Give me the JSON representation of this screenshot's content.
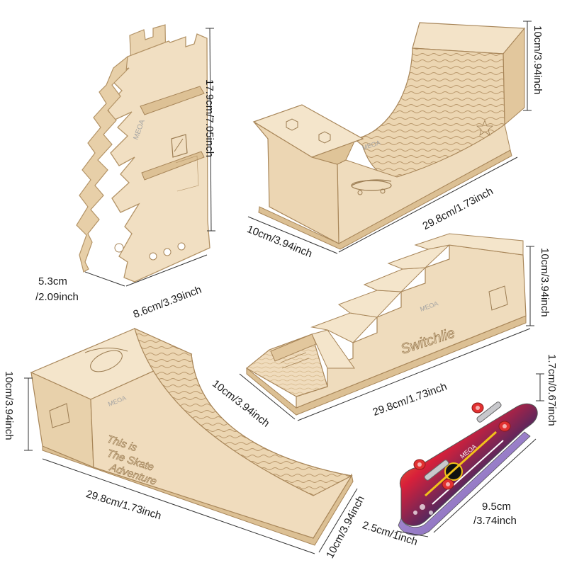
{
  "colors": {
    "wood_light": "#f1dfc2",
    "wood_mid": "#e6cfaa",
    "wood_dark": "#c9ab80",
    "wood_line": "#a88659",
    "dimension_line": "#333333",
    "board_red": "#d8203a",
    "board_purple": "#8a6fc0",
    "board_yellow": "#f2c21a",
    "wheel_red": "#e23131",
    "truck_silver": "#c8c8cc"
  },
  "brand_watermark": "MEOA",
  "stand": {
    "height_label": "17.9cm/7.05inch",
    "depth_label": "8.6cm/3.39inch",
    "width_label_line1": "5.3cm",
    "width_label_line2": "/2.09inch"
  },
  "halfpipe": {
    "height_label": "10cm/3.94inch",
    "length_label": "29.8cm/1.73inch",
    "width_label": "10cm/3.94inch"
  },
  "stairs": {
    "height_label": "10cm/3.94inch",
    "length_label": "29.8cm/1.73inch",
    "width_label": "10cm/3.94inch",
    "engraving": "Switchlie"
  },
  "ramp": {
    "height_label": "10cm/3.94inch",
    "length_label": "29.8cm/1.73inch",
    "width_label": "10cm/3.94inch",
    "engraving_line1": "This is",
    "engraving_line2": "The Skate",
    "engraving_line3": "Adventure"
  },
  "fingerboard": {
    "height_label": "1.7cm/0.67inch",
    "length_label_line1": "9.5cm",
    "length_label_line2": "/3.74inch",
    "width_label": "2.5cm/1inch"
  }
}
